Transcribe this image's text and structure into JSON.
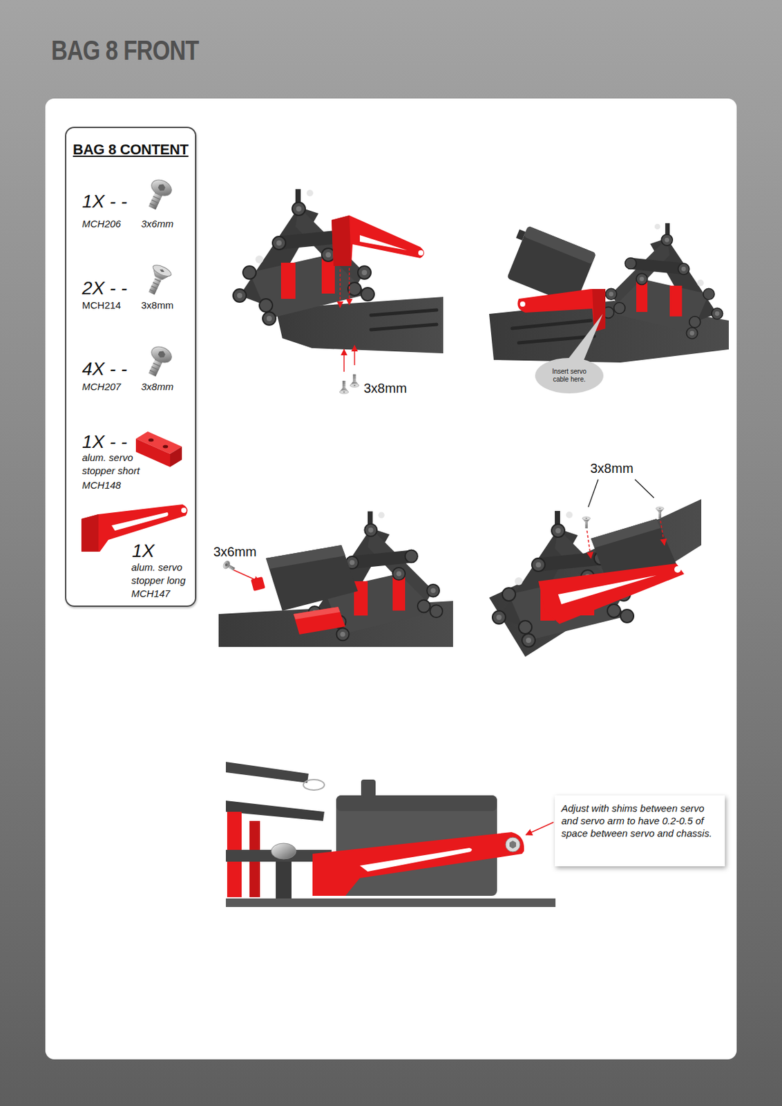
{
  "diagram": {
    "title": "BAG 8 FRONT",
    "nodes": [
      {
        "text": [
          "BAG 8 CONTENT",
          "1X - -",
          "MCH206",
          "3x6mm",
          "2X - -",
          "MCH214",
          "3x8mm",
          "4X - -",
          "MCH207",
          "3x8mm",
          "1X - -",
          "alum. servo stopper short",
          "MCH148",
          "1X",
          "alum. servo stopper long",
          "MCH147"
        ]
      },
      {
        "text": [
          "Insert servo cable here."
        ]
      },
      {
        "text": [
          "Adjust with shims between servo and servo arm to have 0.2-0.5 of space between servo and chassis."
        ]
      }
    ],
    "labels": [
      "3x8mm",
      "3x6mm",
      "3x8mm"
    ]
  }
}
